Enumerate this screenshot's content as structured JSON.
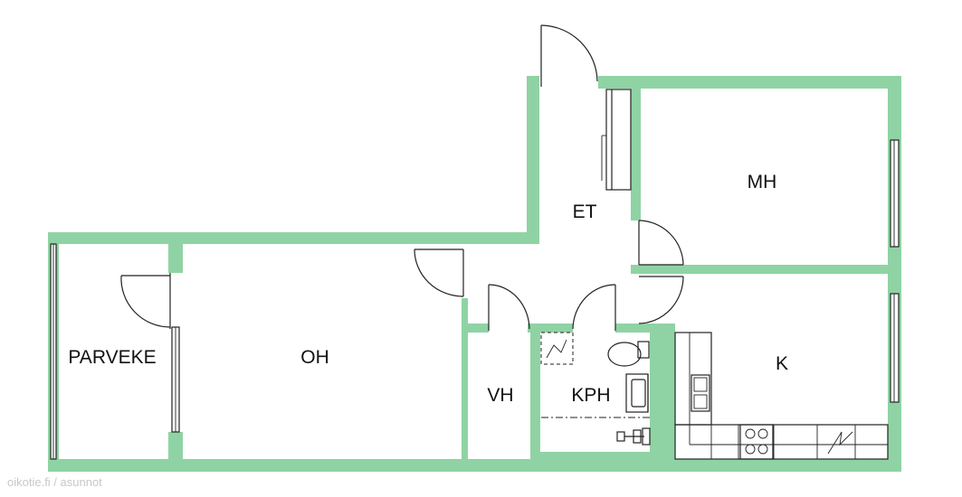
{
  "rooms": {
    "parveke": "PARVEKE",
    "oh": "OH",
    "vh": "VH",
    "kph": "KPH",
    "et": "ET",
    "mh": "MH",
    "k": "K"
  },
  "watermark": "oikotie.fi / asunnot",
  "colors": {
    "wall": "#8fd3a4",
    "line": "#222222",
    "label": "#111111"
  }
}
